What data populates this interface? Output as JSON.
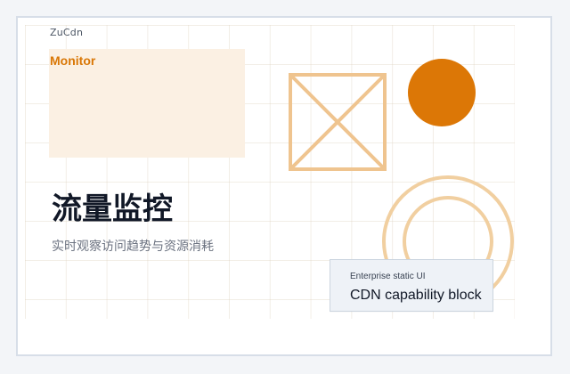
{
  "app": {
    "brand": "ZuCdn"
  },
  "hero": {
    "monitor_label": "Monitor",
    "title": "流量监控",
    "subtitle": "实时观察访问趋势与资源消耗"
  },
  "card": {
    "kicker": "Enterprise static UI",
    "title": "CDN capability block"
  },
  "colors": {
    "accent": "#dc7706",
    "accent_light": "#fbf0e3",
    "card_border": "#cbd4df"
  },
  "icons": {
    "frame_mark": "crossed-box-icon",
    "rings_mark": "concentric-rings-icon",
    "orange_mark": "orange-circle-icon"
  }
}
